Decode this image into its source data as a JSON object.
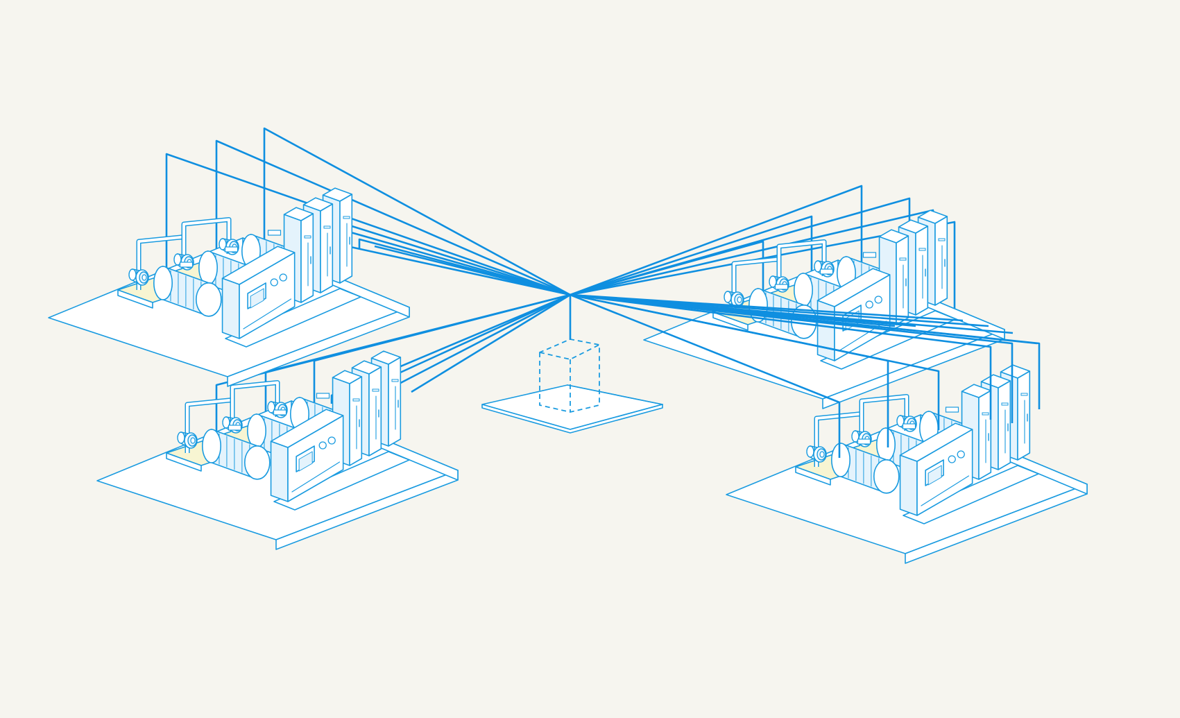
{
  "diagram": {
    "type": "isometric-network-illustration",
    "central_node": {
      "kind": "controller-placeholder",
      "outline": "dashed"
    },
    "stations": [
      {
        "id": "station-top-left",
        "pump_count": 3,
        "cabinet_count": 3,
        "control_panel": true
      },
      {
        "id": "station-bottom-left",
        "pump_count": 3,
        "cabinet_count": 3,
        "control_panel": true
      },
      {
        "id": "station-top-right",
        "pump_count": 3,
        "cabinet_count": 3,
        "control_panel": true
      },
      {
        "id": "station-bottom-right",
        "pump_count": 3,
        "cabinet_count": 3,
        "control_panel": true
      }
    ],
    "connections_per_station": 6,
    "icons": [
      "pump-icon",
      "motor-icon",
      "control-panel-icon",
      "cabinet-icon",
      "dashed-box-icon"
    ]
  },
  "colors": {
    "background": "#f6f5ef",
    "line": "#1a9be0",
    "wire": "#0f8fe0",
    "fill_white": "#ffffff",
    "fill_light_blue": "#e4f3fc",
    "fill_yellow": "#f7f5d2"
  }
}
